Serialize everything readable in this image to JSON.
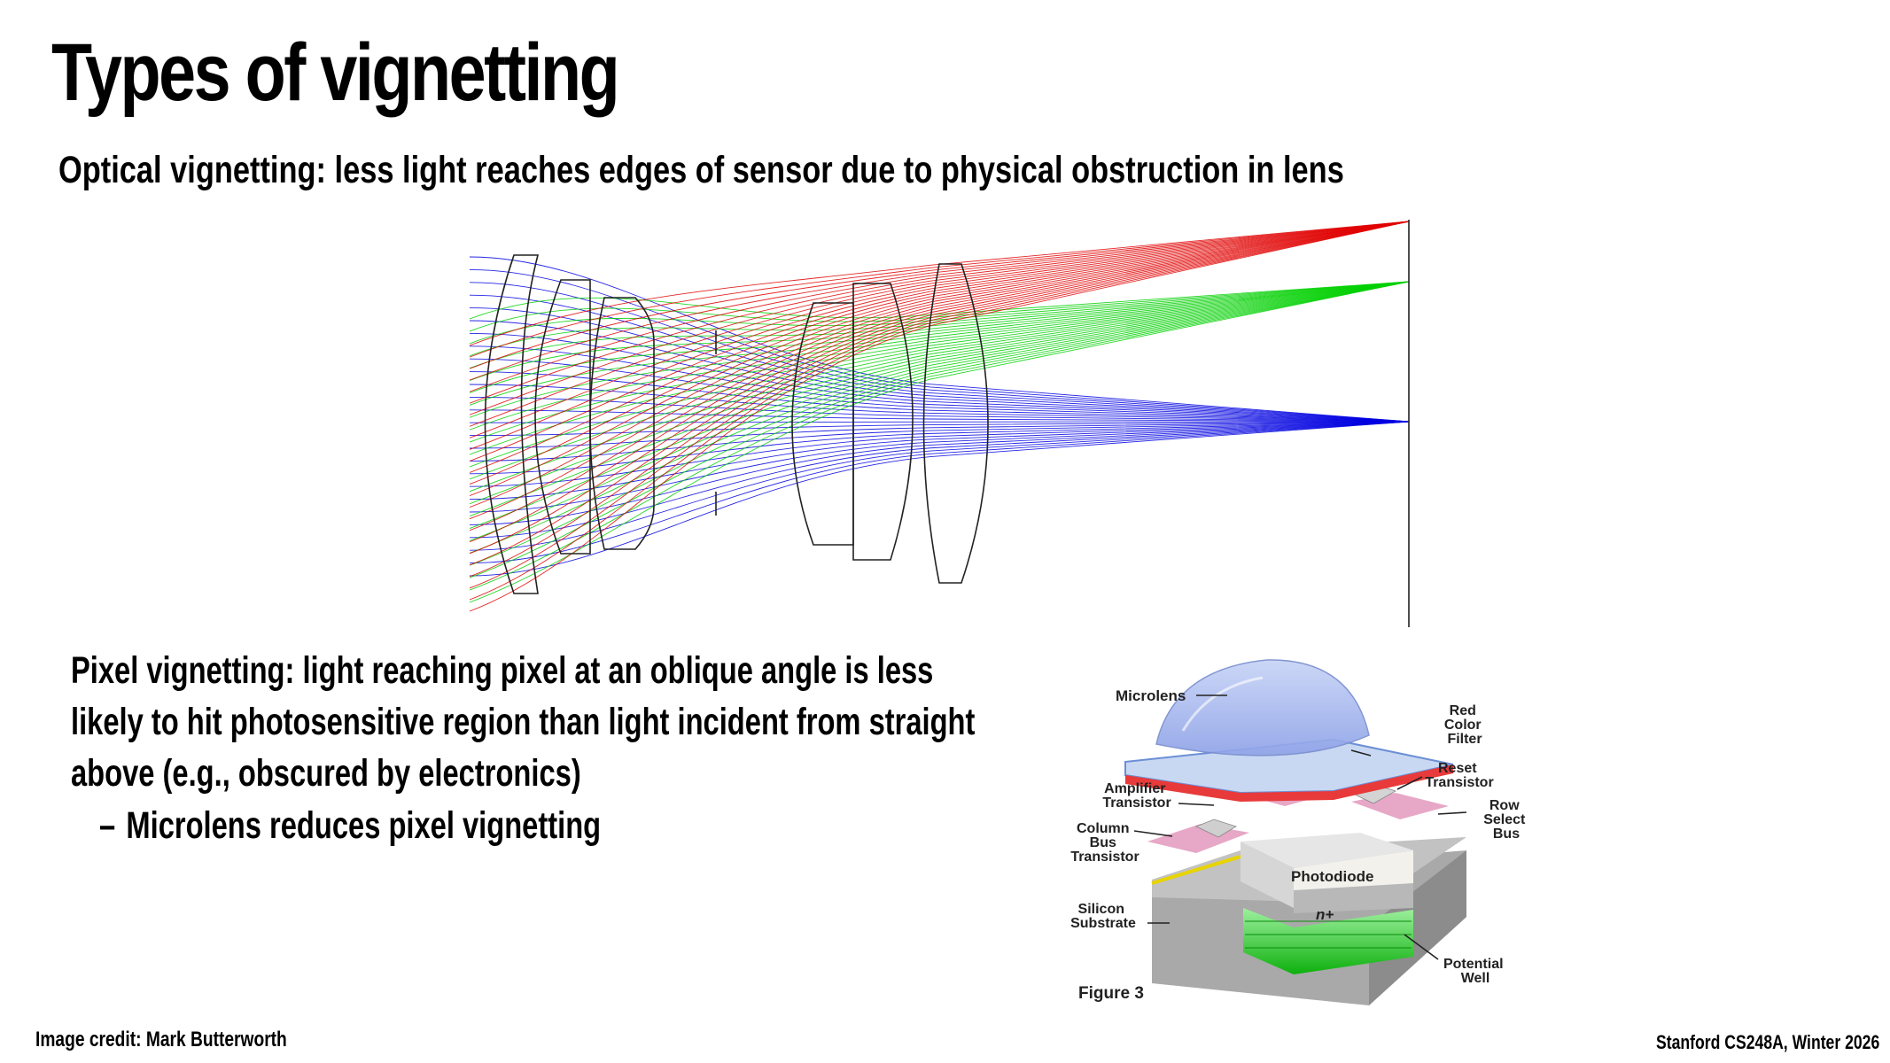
{
  "slide": {
    "title": "Types of vignetting",
    "optical_text": "Optical vignetting: less light reaches edges of sensor due to physical obstruction in lens",
    "pixel_text_lines": [
      "Pixel vignetting: light reaching pixel at an oblique angle is less",
      "likely to hit photosensitive region than light incident from straight",
      "above (e.g., obscured by electronics)"
    ],
    "bullet_dash": "–",
    "bullet": "Microlens reduces pixel vignetting",
    "credit": "Image credit: Mark Butterworth",
    "course": "Stanford CS248A, Winter 2026"
  },
  "lens_diagram": {
    "ray_colors": {
      "red": "#e00000",
      "green": "#00d000",
      "blue": "#0000e0"
    }
  },
  "pixel_figure": {
    "labels": {
      "microlens": "Microlens",
      "red_color_filter": [
        "Red",
        "Color",
        "Filter"
      ],
      "reset_transistor": [
        "Reset",
        "Transistor"
      ],
      "amplifier_transistor": [
        "Amplifier",
        "Transistor"
      ],
      "row_select_bus": [
        "Row",
        "Select",
        "Bus"
      ],
      "column_bus_transistor": [
        "Column",
        "Bus",
        "Transistor"
      ],
      "photodiode": "Photodiode",
      "n_plus": "n+",
      "silicon_substrate": [
        "Silicon",
        "Substrate"
      ],
      "potential_well": [
        "Potential",
        "Well"
      ],
      "figure_caption": "Figure 3"
    }
  }
}
